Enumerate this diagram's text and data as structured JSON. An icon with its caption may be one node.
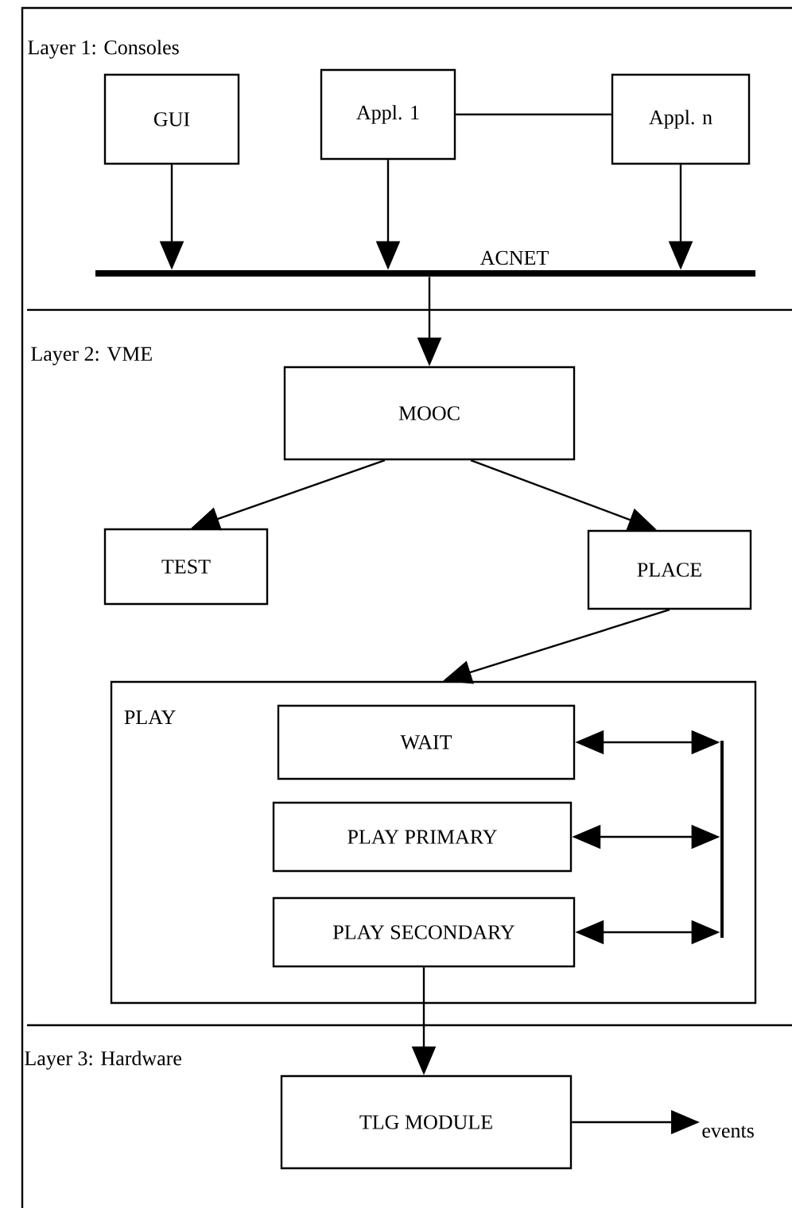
{
  "diagram": {
    "nodes": [
      {
        "text": [
          "GUI"
        ]
      },
      {
        "text": [
          "Appl. 1"
        ]
      },
      {
        "text": [
          "Appl. n"
        ]
      },
      {
        "text": [
          "ACNET"
        ]
      },
      {
        "text": [
          "MOOC"
        ]
      },
      {
        "text": [
          "TEST"
        ]
      },
      {
        "text": [
          "PLACE"
        ]
      },
      {
        "text": [
          "PLAY"
        ]
      },
      {
        "text": [
          "WAIT"
        ],
        "in": 7
      },
      {
        "text": [
          "PLAY PRIMARY"
        ],
        "in": 7
      },
      {
        "text": [
          "PLAY SECONDARY"
        ],
        "in": 7
      },
      {
        "text": [],
        "shape": "bar",
        "in": 7
      },
      {
        "text": [
          "TLG MODULE"
        ]
      },
      {
        "text": [
          "events"
        ]
      }
    ],
    "edges": [
      {
        "from": 1,
        "to": 2,
        "arrow": "none"
      },
      {
        "from": 0,
        "to": 3,
        "arrow": "to"
      },
      {
        "from": 1,
        "to": 3,
        "arrow": "to"
      },
      {
        "from": 2,
        "to": 3,
        "arrow": "to"
      },
      {
        "from": 3,
        "to": 4,
        "arrow": "to"
      },
      {
        "from": 4,
        "to": 5,
        "arrow": "to"
      },
      {
        "from": 4,
        "to": 6,
        "arrow": "to"
      },
      {
        "from": 6,
        "to": 7,
        "arrow": "to"
      },
      {
        "from": 8,
        "to": 11,
        "arrow": "both"
      },
      {
        "from": 9,
        "to": 11,
        "arrow": "both"
      },
      {
        "from": 10,
        "to": 11,
        "arrow": "both"
      },
      {
        "from": 10,
        "to": 12,
        "arrow": "to"
      },
      {
        "from": 12,
        "to": 13,
        "arrow": "to"
      }
    ],
    "labels": [
      "Layer 1: Consoles",
      "Layer 2: VME",
      "Layer 3: Hardware"
    ]
  }
}
